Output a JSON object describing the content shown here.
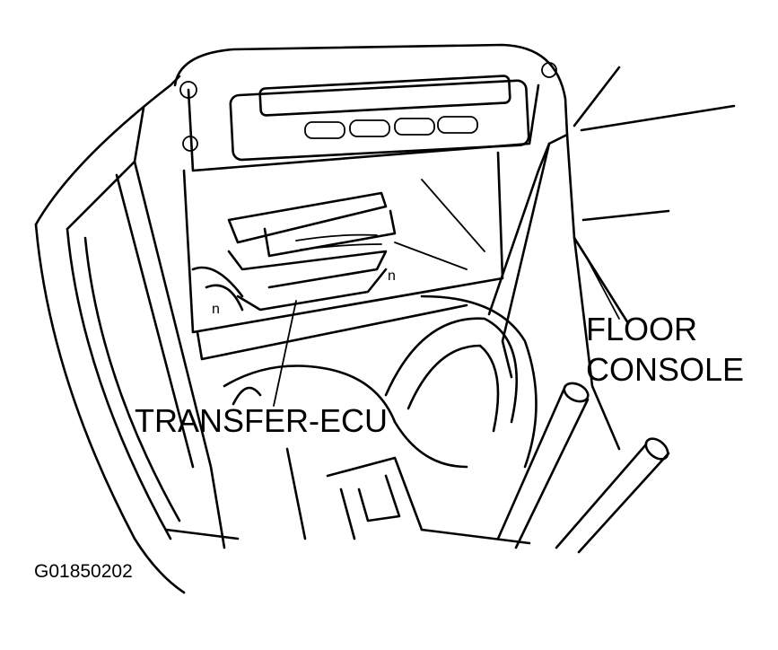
{
  "labels": {
    "floor_console_line1": "FLOOR",
    "floor_console_line2": "CONSOLE",
    "transfer_ecu": "TRANSFER-ECU",
    "figure_code": "G01850202"
  },
  "colors": {
    "ink": "#000000",
    "paper": "#ffffff"
  }
}
